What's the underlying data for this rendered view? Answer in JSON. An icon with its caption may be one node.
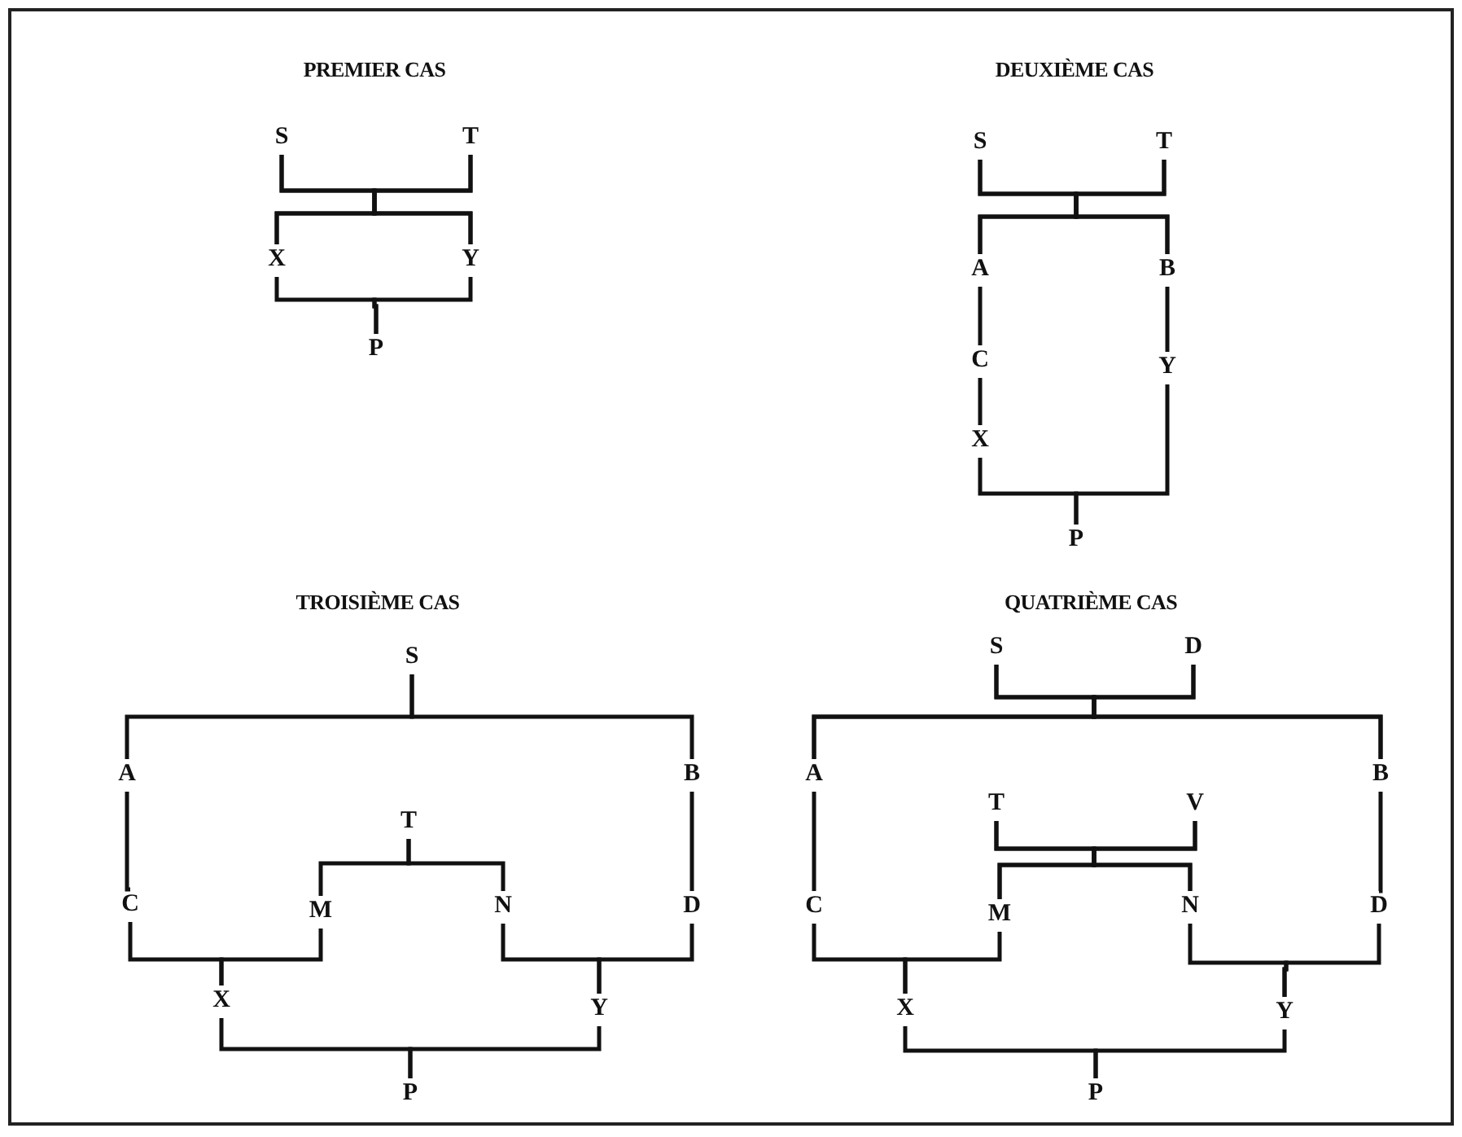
{
  "diagram": {
    "nodes": [
      {
        "text": [
          "S"
        ]
      },
      {
        "text": [
          "T"
        ]
      },
      {
        "text": [
          "X"
        ]
      },
      {
        "text": [
          "Y"
        ]
      },
      {
        "text": [
          "P"
        ]
      },
      {
        "text": [
          "S"
        ]
      },
      {
        "text": [
          "T"
        ]
      },
      {
        "text": [
          "A"
        ]
      },
      {
        "text": [
          "B"
        ]
      },
      {
        "text": [
          "C"
        ]
      },
      {
        "text": [
          "Y"
        ]
      },
      {
        "text": [
          "X"
        ]
      },
      {
        "text": [
          "P"
        ]
      },
      {
        "text": [
          "S"
        ]
      },
      {
        "text": [
          "A"
        ]
      },
      {
        "text": [
          "B"
        ]
      },
      {
        "text": [
          "T"
        ]
      },
      {
        "text": [
          "C"
        ]
      },
      {
        "text": [
          "M"
        ]
      },
      {
        "text": [
          "N"
        ]
      },
      {
        "text": [
          "D"
        ]
      },
      {
        "text": [
          "X"
        ]
      },
      {
        "text": [
          "Y"
        ]
      },
      {
        "text": [
          "P"
        ]
      },
      {
        "text": [
          "S"
        ]
      },
      {
        "text": [
          "D"
        ]
      },
      {
        "text": [
          "A"
        ]
      },
      {
        "text": [
          "B"
        ]
      },
      {
        "text": [
          "T"
        ]
      },
      {
        "text": [
          "V"
        ]
      },
      {
        "text": [
          "C"
        ]
      },
      {
        "text": [
          "M"
        ]
      },
      {
        "text": [
          "N"
        ]
      },
      {
        "text": [
          "D"
        ]
      },
      {
        "text": [
          "X"
        ]
      },
      {
        "text": [
          "Y"
        ]
      },
      {
        "text": [
          "P"
        ]
      }
    ],
    "edges": [
      {
        "from": 0,
        "to": 2,
        "arrow": "none"
      },
      {
        "from": 0,
        "to": 3,
        "arrow": "none"
      },
      {
        "from": 1,
        "to": 2,
        "arrow": "none"
      },
      {
        "from": 1,
        "to": 3,
        "arrow": "none"
      },
      {
        "from": 2,
        "to": 4,
        "arrow": "none"
      },
      {
        "from": 3,
        "to": 4,
        "arrow": "none"
      },
      {
        "from": 5,
        "to": 7,
        "arrow": "none"
      },
      {
        "from": 5,
        "to": 8,
        "arrow": "none"
      },
      {
        "from": 6,
        "to": 7,
        "arrow": "none"
      },
      {
        "from": 6,
        "to": 8,
        "arrow": "none"
      },
      {
        "from": 7,
        "to": 9,
        "arrow": "none"
      },
      {
        "from": 9,
        "to": 11,
        "arrow": "none"
      },
      {
        "from": 8,
        "to": 10,
        "arrow": "none"
      },
      {
        "from": 11,
        "to": 12,
        "arrow": "none"
      },
      {
        "from": 10,
        "to": 12,
        "arrow": "none"
      },
      {
        "from": 13,
        "to": 14,
        "arrow": "none"
      },
      {
        "from": 13,
        "to": 15,
        "arrow": "none"
      },
      {
        "from": 14,
        "to": 17,
        "arrow": "none"
      },
      {
        "from": 15,
        "to": 20,
        "arrow": "none"
      },
      {
        "from": 16,
        "to": 18,
        "arrow": "none"
      },
      {
        "from": 16,
        "to": 19,
        "arrow": "none"
      },
      {
        "from": 17,
        "to": 21,
        "arrow": "none"
      },
      {
        "from": 18,
        "to": 21,
        "arrow": "none"
      },
      {
        "from": 19,
        "to": 22,
        "arrow": "none"
      },
      {
        "from": 20,
        "to": 22,
        "arrow": "none"
      },
      {
        "from": 21,
        "to": 23,
        "arrow": "none"
      },
      {
        "from": 22,
        "to": 23,
        "arrow": "none"
      },
      {
        "from": 24,
        "to": 26,
        "arrow": "none"
      },
      {
        "from": 24,
        "to": 27,
        "arrow": "none"
      },
      {
        "from": 25,
        "to": 26,
        "arrow": "none"
      },
      {
        "from": 25,
        "to": 27,
        "arrow": "none"
      },
      {
        "from": 26,
        "to": 30,
        "arrow": "none"
      },
      {
        "from": 27,
        "to": 33,
        "arrow": "none"
      },
      {
        "from": 28,
        "to": 31,
        "arrow": "none"
      },
      {
        "from": 28,
        "to": 32,
        "arrow": "none"
      },
      {
        "from": 29,
        "to": 31,
        "arrow": "none"
      },
      {
        "from": 29,
        "to": 32,
        "arrow": "none"
      },
      {
        "from": 30,
        "to": 34,
        "arrow": "none"
      },
      {
        "from": 31,
        "to": 34,
        "arrow": "none"
      },
      {
        "from": 32,
        "to": 35,
        "arrow": "none"
      },
      {
        "from": 33,
        "to": 35,
        "arrow": "none"
      },
      {
        "from": 34,
        "to": 36,
        "arrow": "none"
      },
      {
        "from": 35,
        "to": 36,
        "arrow": "none"
      }
    ],
    "labels": [
      "PREMIER CAS",
      "DEUXIÈME CAS",
      "TROISIÈME CAS",
      "QUATRIÈME CAS"
    ]
  }
}
